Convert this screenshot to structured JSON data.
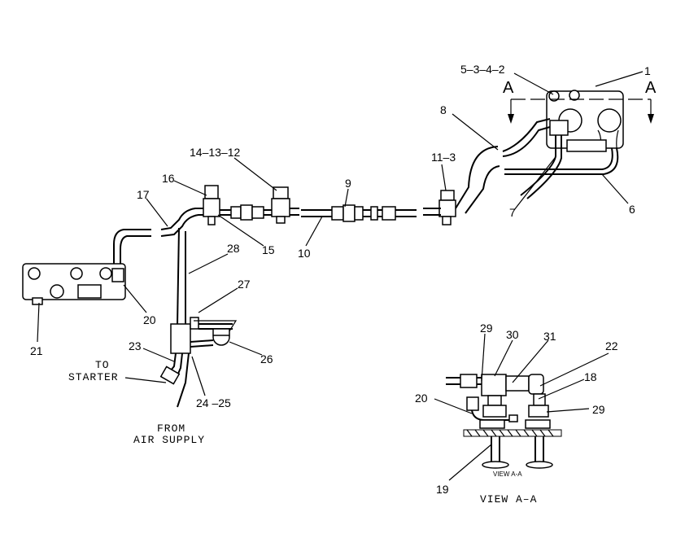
{
  "callouts": {
    "c1": "1",
    "c5342": "5–3–4–2",
    "c8": "8",
    "c7": "7",
    "c6": "6",
    "c113": "11–3",
    "c9": "9",
    "c10": "10",
    "c141312": "14–13–12",
    "c16": "16",
    "c15": "15",
    "c17": "17",
    "c28": "28",
    "c27": "27",
    "c26": "26",
    "c20": "20",
    "c21": "21",
    "c23": "23",
    "c2425": "24 –25",
    "c29a": "29",
    "c30": "30",
    "c31": "31",
    "c22": "22",
    "c18": "18",
    "c29b": "29",
    "c20b": "20",
    "c19": "19"
  },
  "section": {
    "left": "A",
    "right": "A"
  },
  "notes": {
    "to_line1": "TO",
    "to_line2": "STARTER",
    "from_line1": "FROM",
    "from_line2": "AIR SUPPLY"
  },
  "view": {
    "title": "VIEW A–A",
    "inline_label": "VIEW A-A"
  }
}
